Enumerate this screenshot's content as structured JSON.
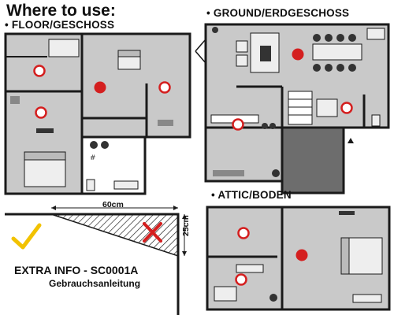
{
  "heading": "Where to use:",
  "sections": {
    "floor": "• FLOOR/GESCHOSS",
    "ground": "• GROUND/ERDGESCHOSS",
    "attic": "• ATTIC/BODEN"
  },
  "mounting": {
    "width_label": "60cm",
    "height_label": "25cm"
  },
  "extra_info": "EXTRA INFO - SC0001A",
  "subtitle": "Gebrauchsanleitung",
  "colors": {
    "wall": "#1a1a1a",
    "room": "#c9c9c9",
    "dark_room": "#6d6d6d",
    "detector_ok": "#d41f1f",
    "detector_best": "#d41f1f",
    "check": "#f2c200",
    "cross": "#d41f1f"
  },
  "icons": [
    "smoke-detector-recommended-icon",
    "smoke-detector-optional-icon",
    "checkmark-icon",
    "cross-icon"
  ]
}
